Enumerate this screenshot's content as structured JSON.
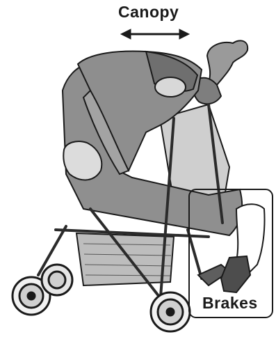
{
  "labels": {
    "canopy": "Canopy",
    "brakes": "Brakes"
  },
  "colors": {
    "canopy_fabric": "#8e8e8e",
    "canopy_shadow": "#6f6f6f",
    "mesh": "#c9c9c9",
    "frame": "#2b2b2b",
    "background": "#ffffff"
  },
  "icons": {
    "canopy_arrow": "double-headed-horizontal-arrow"
  }
}
